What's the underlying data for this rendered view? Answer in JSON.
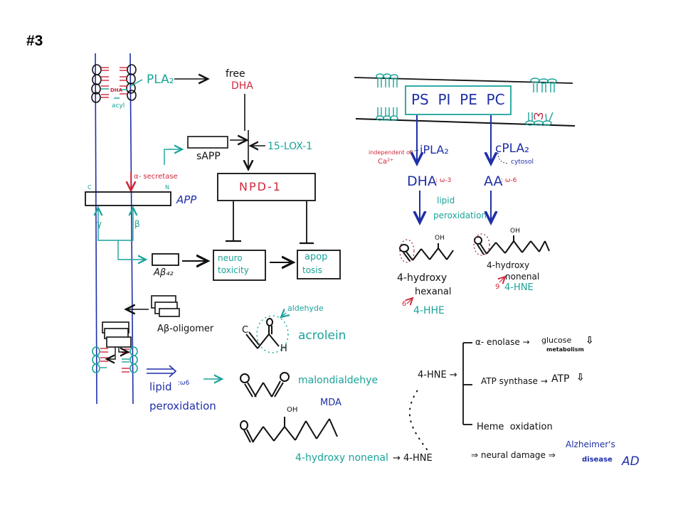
{
  "slide": {
    "number": "#3"
  },
  "colors": {
    "teal": "#1aa39a",
    "red": "#d0283c",
    "blue": "#1f2fa8",
    "black": "#111111"
  },
  "left_panel": {
    "pla2": "PLA₂",
    "free": "free",
    "dha": "DHA",
    "dha_small": "DHA",
    "acyl": "acyl",
    "sapp": "sAPP",
    "lox": "15-LOX-1",
    "npd1": "NPD-1",
    "alpha_secretase": "α- secretase",
    "c_term": "C",
    "n_term": "N",
    "app": "APP",
    "gamma": "γ",
    "beta": "β",
    "abeta42": "Aβ₄₂",
    "neurotoxicity_1": "neuro",
    "neurotoxicity_2": "toxicity",
    "apoptosis_1": "apop",
    "apoptosis_2": "tosis",
    "abeta_oligomer": "Aβ-oligomer",
    "lipid": "lipid",
    "omega6": ":ω6",
    "peroxidation": "peroxidation"
  },
  "aldehydes": {
    "aldehyde_note": "aldehyde",
    "acrolein": "acrolein",
    "malondialdehyde": "malondialdehye",
    "mda": "MDA",
    "oh": "OH",
    "hydroxynonenal": "4-hydroxy nonenal",
    "hne_arrow": "→ 4-HNE"
  },
  "right_panel": {
    "phospholipids": "PS  PI  PE  PC",
    "ipla2": "iPLA₂",
    "independent": "independent of",
    "ca": "Ca²⁺",
    "cpla2": "cPLA₂",
    "cytosol": "cytosol",
    "dha": "DHA",
    "omega3": ": ω-3",
    "aa": "AA",
    "omega6": ": ω-6",
    "lipid": "lipid",
    "peroxidation": "peroxidation",
    "oh_left": "OH",
    "oh_right": "OH",
    "hhe_name_1": "4-hydroxy",
    "hhe_name_2": "hexanal",
    "hhe_num": "6",
    "hhe_abbr": "4-HHE",
    "hne_name_1": "4-hydroxy",
    "hne_name_2": "nonenal",
    "hne_num": "9",
    "hne_abbr": "4-HNE"
  },
  "hne_effects": {
    "source": "4-HNE →",
    "branches": [
      {
        "enzyme": "α- enolase →",
        "effect": "glucose",
        "effect_2": "metabolism",
        "direction": "⇩"
      },
      {
        "enzyme": "ATP synthase →",
        "effect": "ATP",
        "direction": "⇩"
      },
      {
        "enzyme": "Heme  oxidation"
      }
    ],
    "neural_damage": "⇒ neural damage ⇒",
    "alzheimers_1": "Alzheimer's",
    "alzheimers_2": "disease",
    "ad": "AD"
  }
}
